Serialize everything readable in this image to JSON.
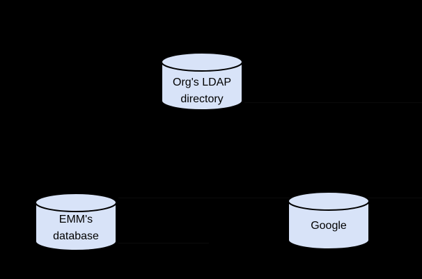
{
  "diagram": {
    "background_color": "#000000",
    "node_fill": "#d8e3f8",
    "node_stroke": "#000000",
    "text_color": "#000000",
    "connector_color": "#0b0b0b",
    "nodes": [
      {
        "id": "org-ldap-directory",
        "shape": "cylinder",
        "lines": [
          "Org's LDAP",
          "directory"
        ]
      },
      {
        "id": "emm-database",
        "shape": "cylinder",
        "lines": [
          "EMM's",
          "database"
        ]
      },
      {
        "id": "google",
        "shape": "cylinder",
        "lines": [
          "Google"
        ]
      }
    ],
    "connectors": [
      {
        "id": "ldap-right-line",
        "orientation": "horizontal"
      },
      {
        "id": "emm-google-upper-line",
        "orientation": "horizontal"
      },
      {
        "id": "emm-google-lower-line",
        "orientation": "horizontal"
      }
    ]
  }
}
